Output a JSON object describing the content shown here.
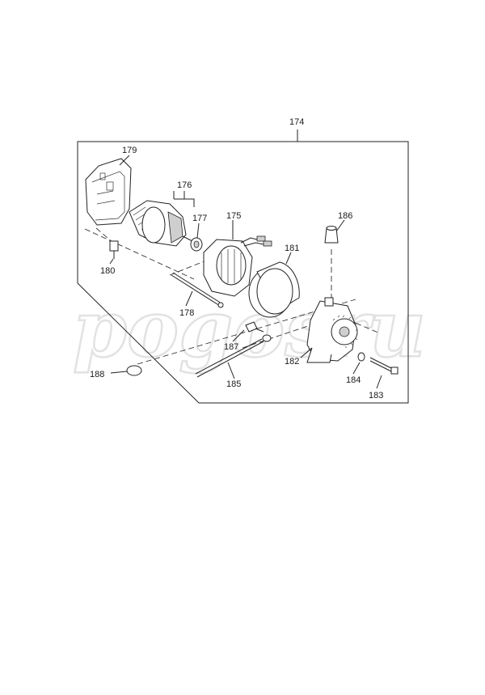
{
  "watermark": "pogosru",
  "callouts": {
    "c174": "174",
    "c179": "179",
    "c176": "176",
    "c177": "177",
    "c175": "175",
    "c186": "186",
    "c181": "181",
    "c180": "180",
    "c178": "178",
    "c187": "187",
    "c182": "182",
    "c188": "188",
    "c185": "185",
    "c184": "184",
    "c183": "183"
  }
}
